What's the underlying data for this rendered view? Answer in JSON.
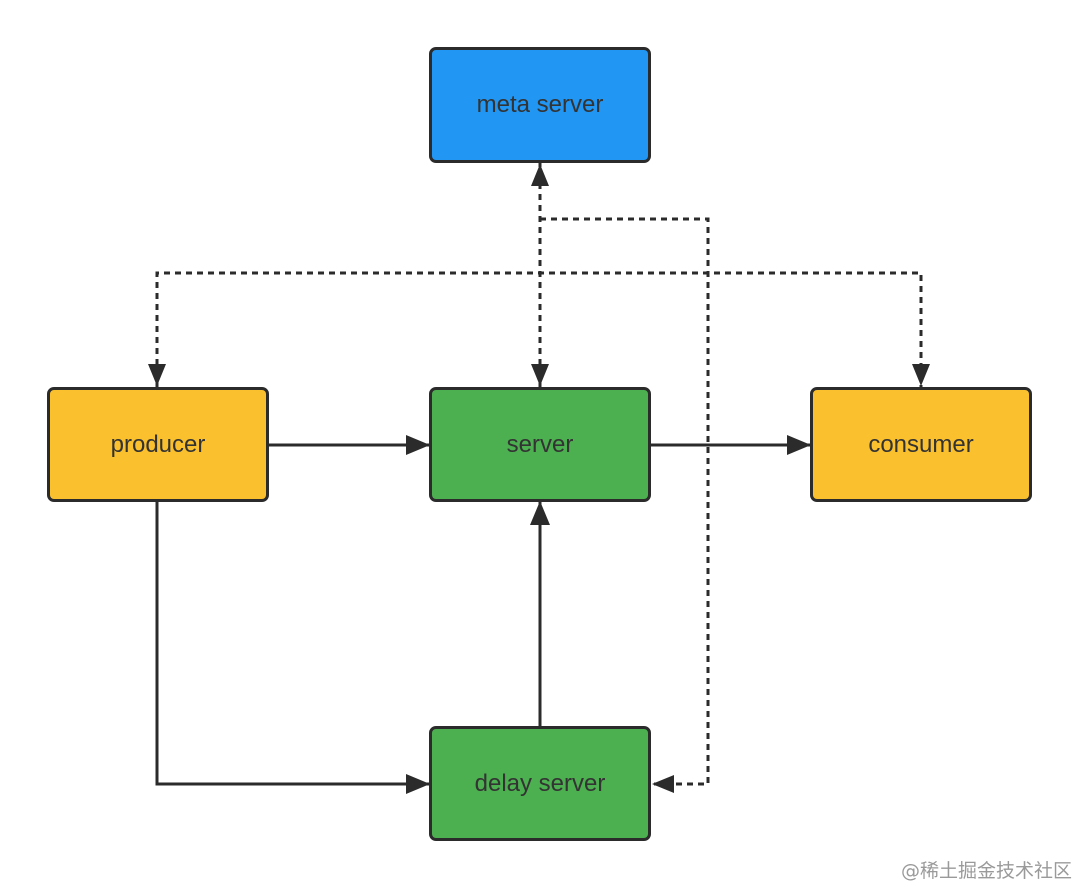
{
  "nodes": {
    "meta_server": {
      "label": "meta server",
      "color": "#2196F3"
    },
    "producer": {
      "label": "producer",
      "color": "#FBC02D"
    },
    "server": {
      "label": "server",
      "color": "#4CAF50"
    },
    "consumer": {
      "label": "consumer",
      "color": "#FBC02D"
    },
    "delay_server": {
      "label": "delay server",
      "color": "#4CAF50"
    }
  },
  "edges": [
    {
      "from": "producer",
      "to": "server",
      "style": "solid"
    },
    {
      "from": "server",
      "to": "consumer",
      "style": "solid"
    },
    {
      "from": "producer",
      "to": "delay_server",
      "style": "solid"
    },
    {
      "from": "delay_server",
      "to": "server",
      "style": "solid"
    },
    {
      "from": "server",
      "to": "meta_server",
      "style": "dashed",
      "bidirectional": true
    },
    {
      "from": "meta_server",
      "to": "producer",
      "style": "dashed"
    },
    {
      "from": "meta_server",
      "to": "consumer",
      "style": "dashed"
    },
    {
      "from": "meta_server",
      "to": "delay_server",
      "style": "dashed"
    }
  ],
  "colors": {
    "line": "#2b2b2b",
    "text": "#333333"
  },
  "watermark": "@稀土掘金技术社区"
}
